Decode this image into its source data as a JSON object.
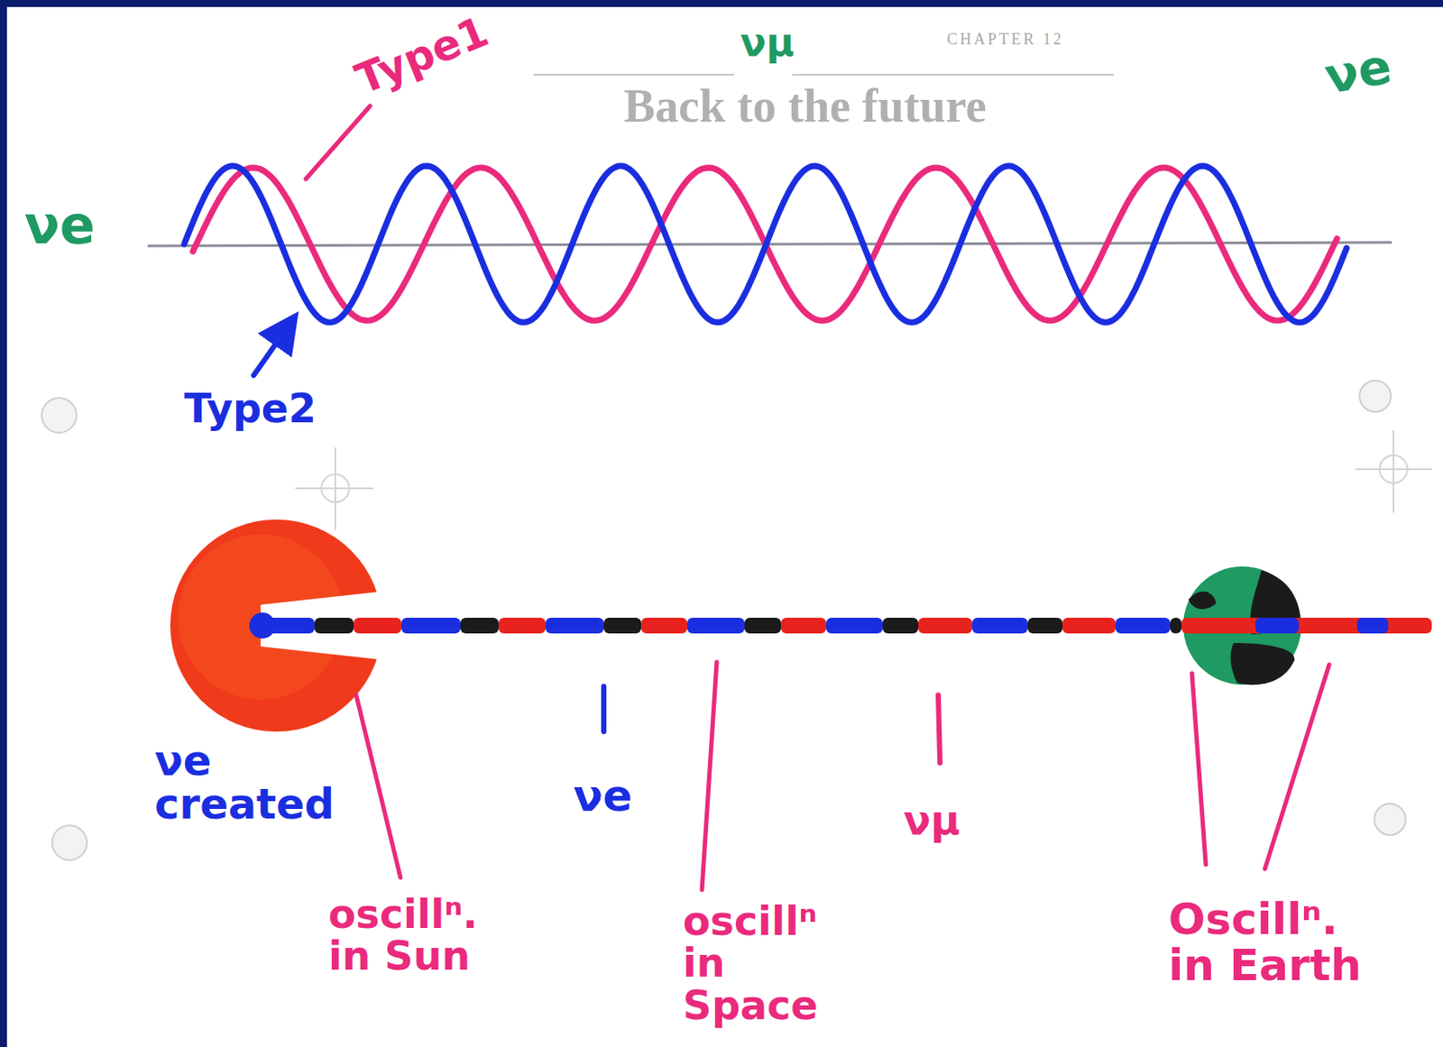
{
  "diagram": {
    "labels": [
      "CHAPTER 12",
      "Back to the future",
      "νe",
      "Type1",
      "νμ",
      "νe",
      "Type2",
      "νe created",
      "νe",
      "νμ",
      "oscillⁿ. in Sun",
      "oscillⁿ in Space",
      "Oscillⁿ. in Earth"
    ]
  }
}
